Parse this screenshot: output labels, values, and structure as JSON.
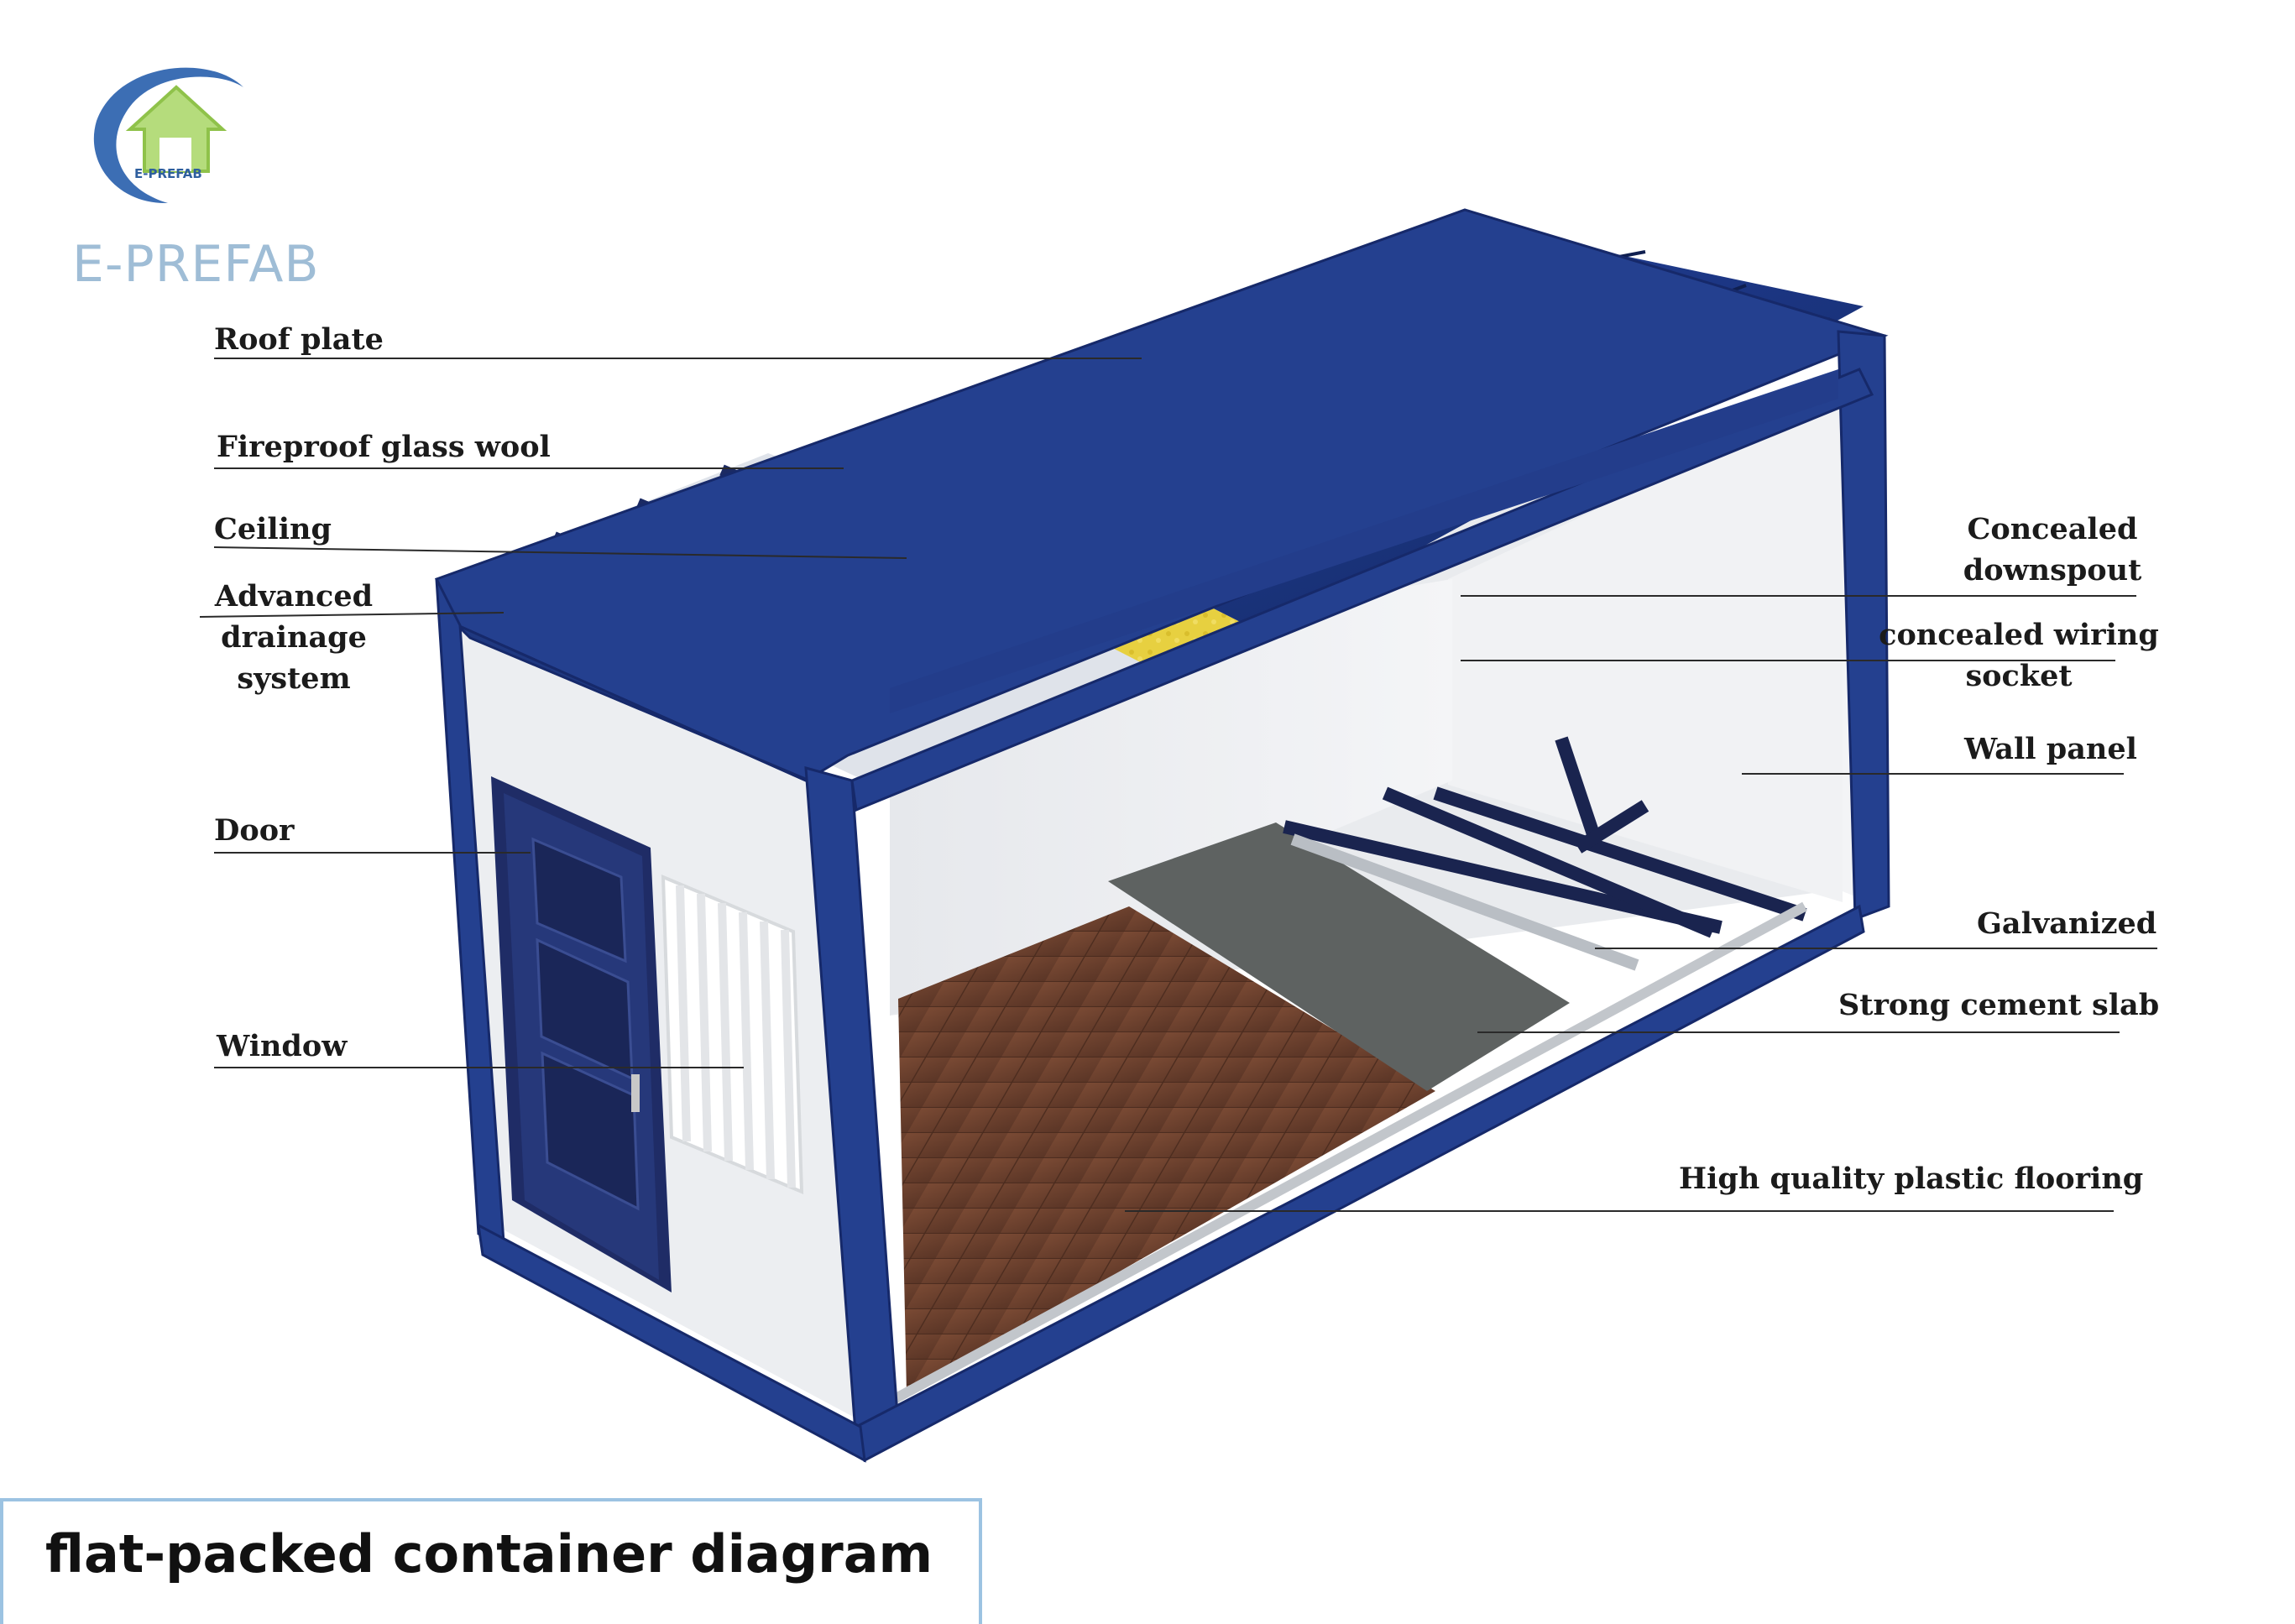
{
  "brand": {
    "logo_text": "E-PREFAB",
    "name": "E-PREFAB"
  },
  "caption": "flat-packed container diagram",
  "labels": {
    "roof_plate": "Roof plate",
    "fireproof_glass_wool": "Fireproof glass wool",
    "ceiling": "Ceiling",
    "advanced_drainage_system": [
      "Advanced",
      "drainage",
      "system"
    ],
    "door": "Door",
    "window": "Window",
    "concealed_downspout": [
      "Concealed",
      "downspout"
    ],
    "concealed_wiring_socket": [
      "concealed wiring",
      "socket"
    ],
    "wall_panel": "Wall panel",
    "galvanized": "Galvanized",
    "strong_cement_slab": "Strong cement slab",
    "high_quality_plastic_flooring": "High quality plastic flooring"
  },
  "colors": {
    "frame_blue": "#233c8a",
    "frame_dark": "#14255e",
    "roof_blue": "#1f3a8c",
    "glass_wool": "#e6cf3c",
    "wall_white": "#eef0f3",
    "floor_wood": "#6b4230",
    "cement": "#5d6060",
    "beam": "#1d2a5e",
    "brand_blue": "#9fbdd6",
    "brand_green": "#a8d27a",
    "caption_border": "#9cc3e2"
  }
}
